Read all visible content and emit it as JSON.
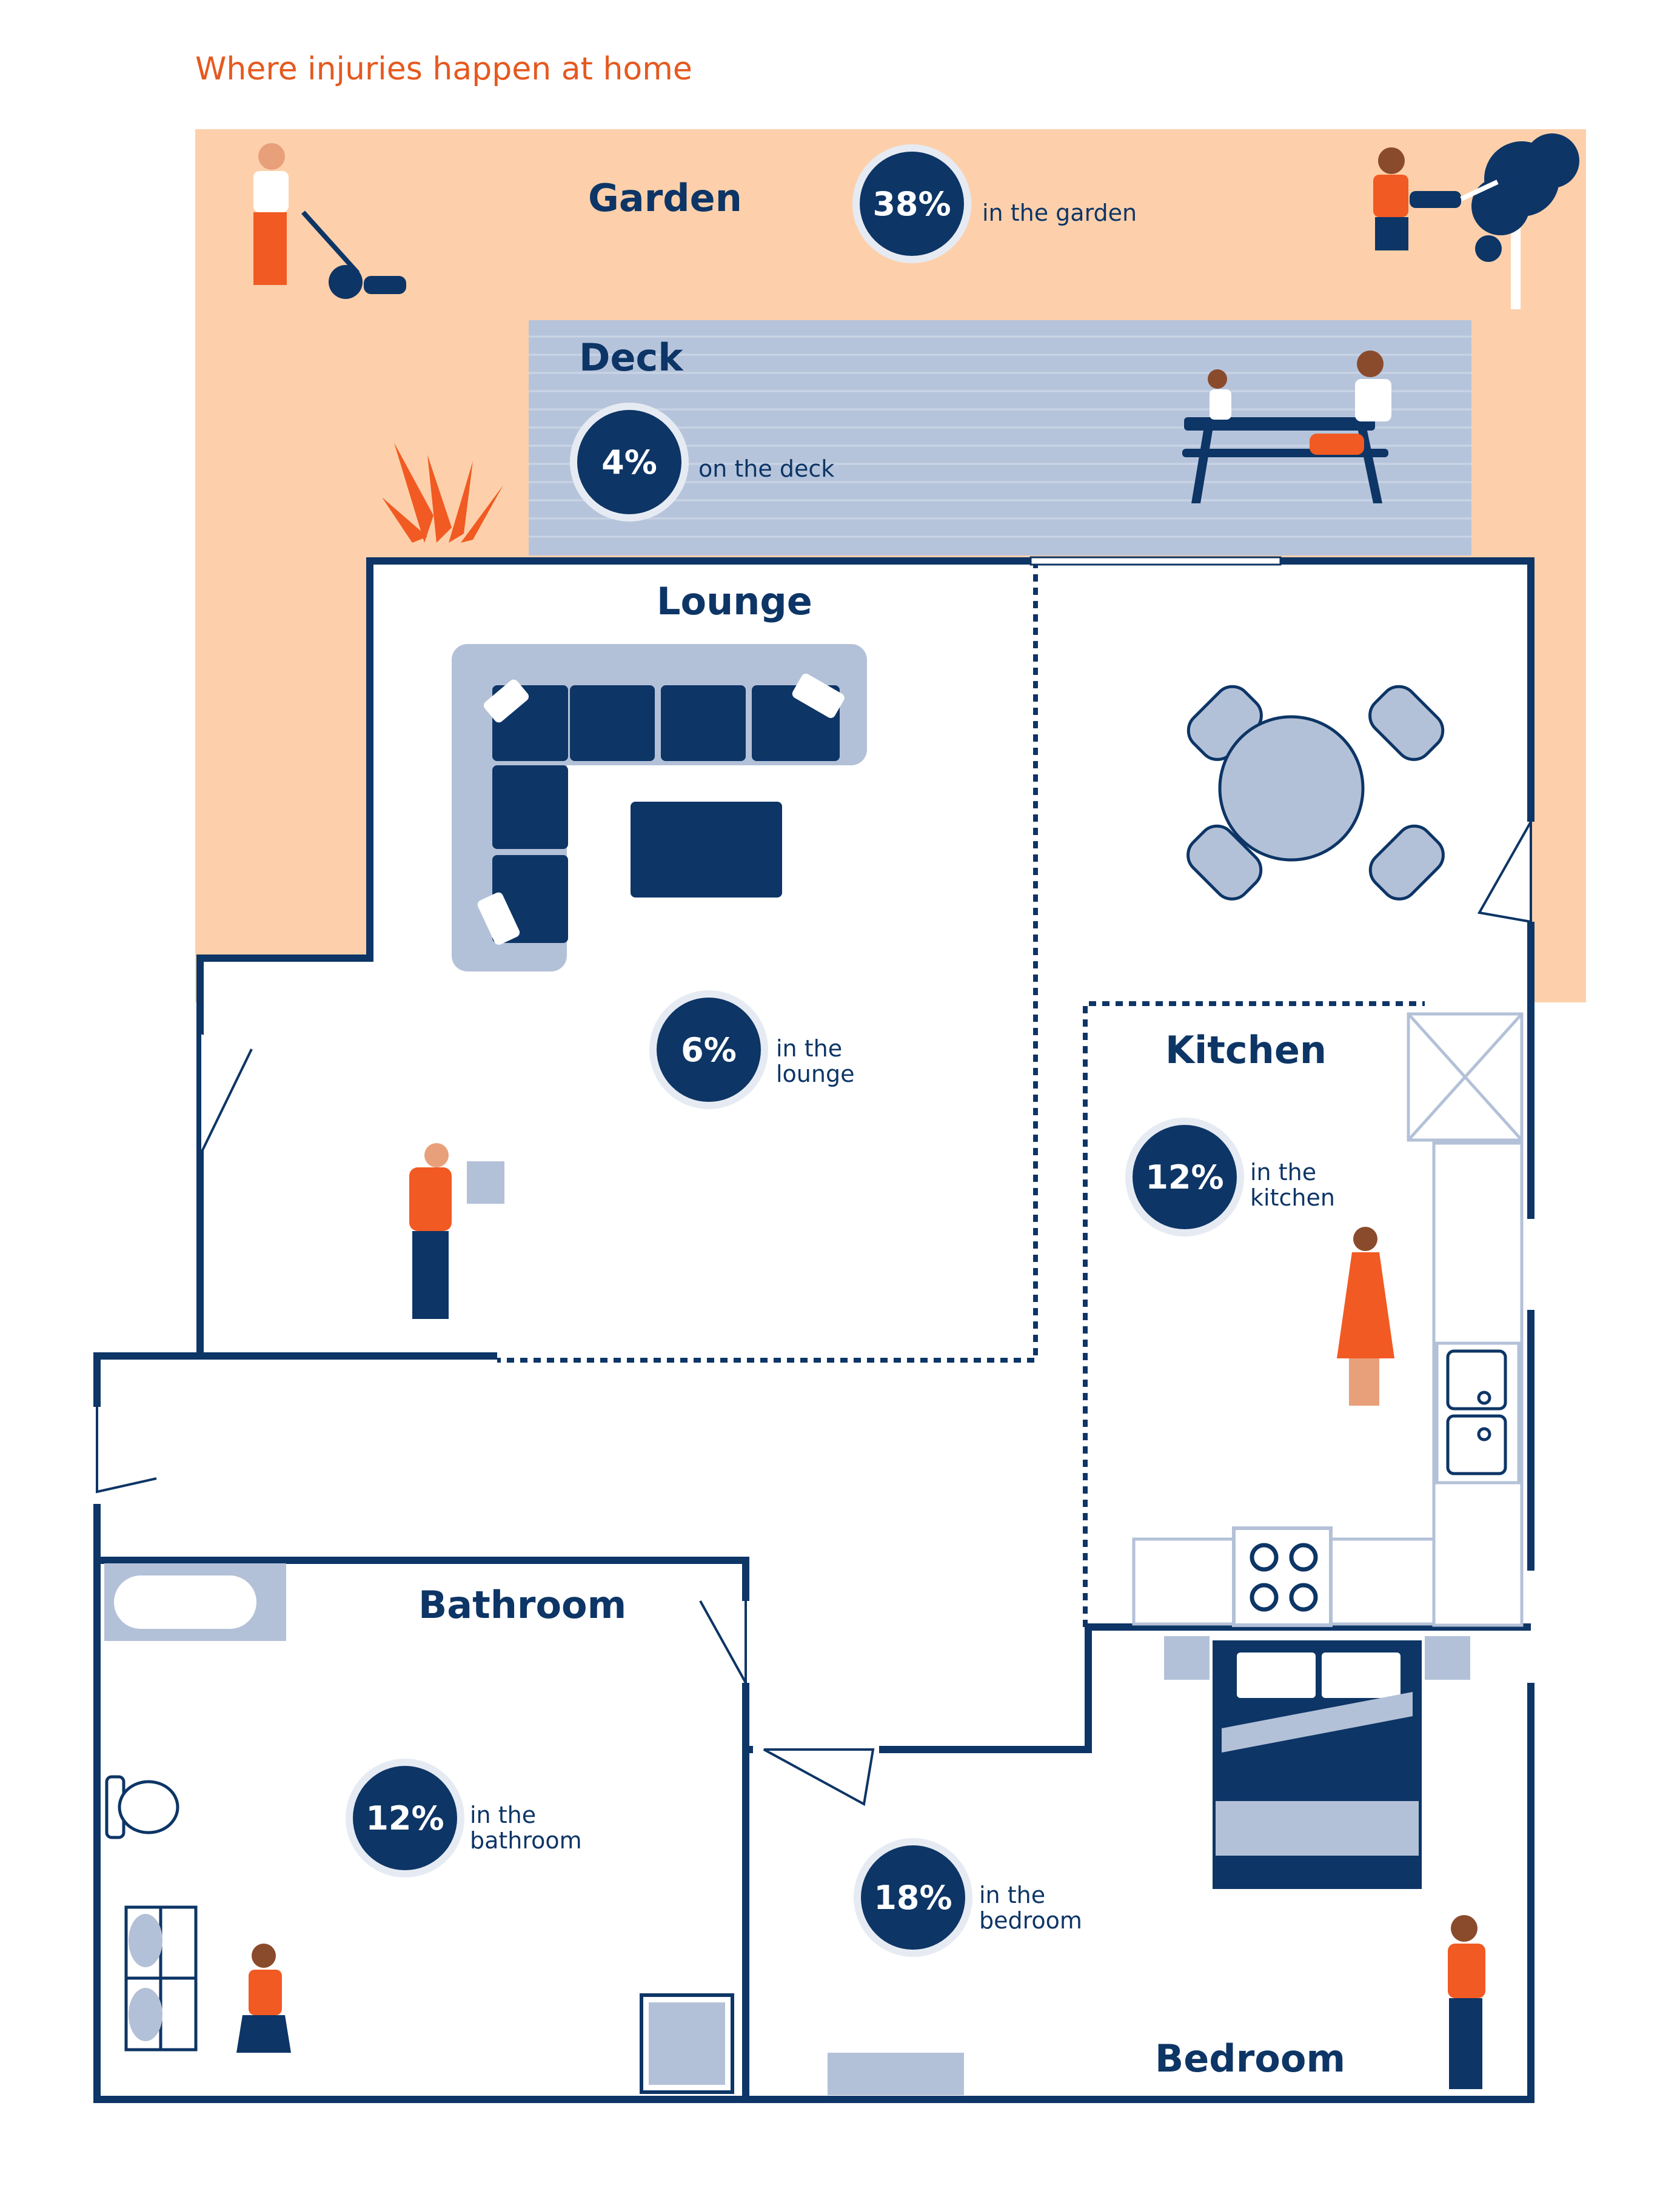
{
  "title": "Where injuries happen at home",
  "colors": {
    "navy": "#0d3566",
    "orange": "#f15a22",
    "garden": "#fdd0ab",
    "deck": "#b6c4db",
    "furniture": "#b3c1d8"
  },
  "rooms": [
    {
      "key": "garden",
      "name": "Garden",
      "percent": "38%",
      "line1": "in the garden",
      "line2": ""
    },
    {
      "key": "deck",
      "name": "Deck",
      "percent": "4%",
      "line1": "on the deck",
      "line2": ""
    },
    {
      "key": "lounge",
      "name": "Lounge",
      "percent": "6%",
      "line1": "in the",
      "line2": "lounge"
    },
    {
      "key": "kitchen",
      "name": "Kitchen",
      "percent": "12%",
      "line1": "in the",
      "line2": "kitchen"
    },
    {
      "key": "bathroom",
      "name": "Bathroom",
      "percent": "12%",
      "line1": "in the",
      "line2": "bathroom"
    },
    {
      "key": "bedroom",
      "name": "Bedroom",
      "percent": "18%",
      "line1": "in the",
      "line2": "bedroom"
    }
  ],
  "icons": [
    "lawn-mower-person-icon",
    "hedge-trimmer-person-icon",
    "tree-icon",
    "plant-icon",
    "picnic-table-icon",
    "sofa-icon",
    "dining-table-icon",
    "bathtub-icon",
    "toilet-icon",
    "sink-icon",
    "shower-icon",
    "bed-icon",
    "stove-icon",
    "kitchen-sink-icon",
    "person-icon"
  ]
}
